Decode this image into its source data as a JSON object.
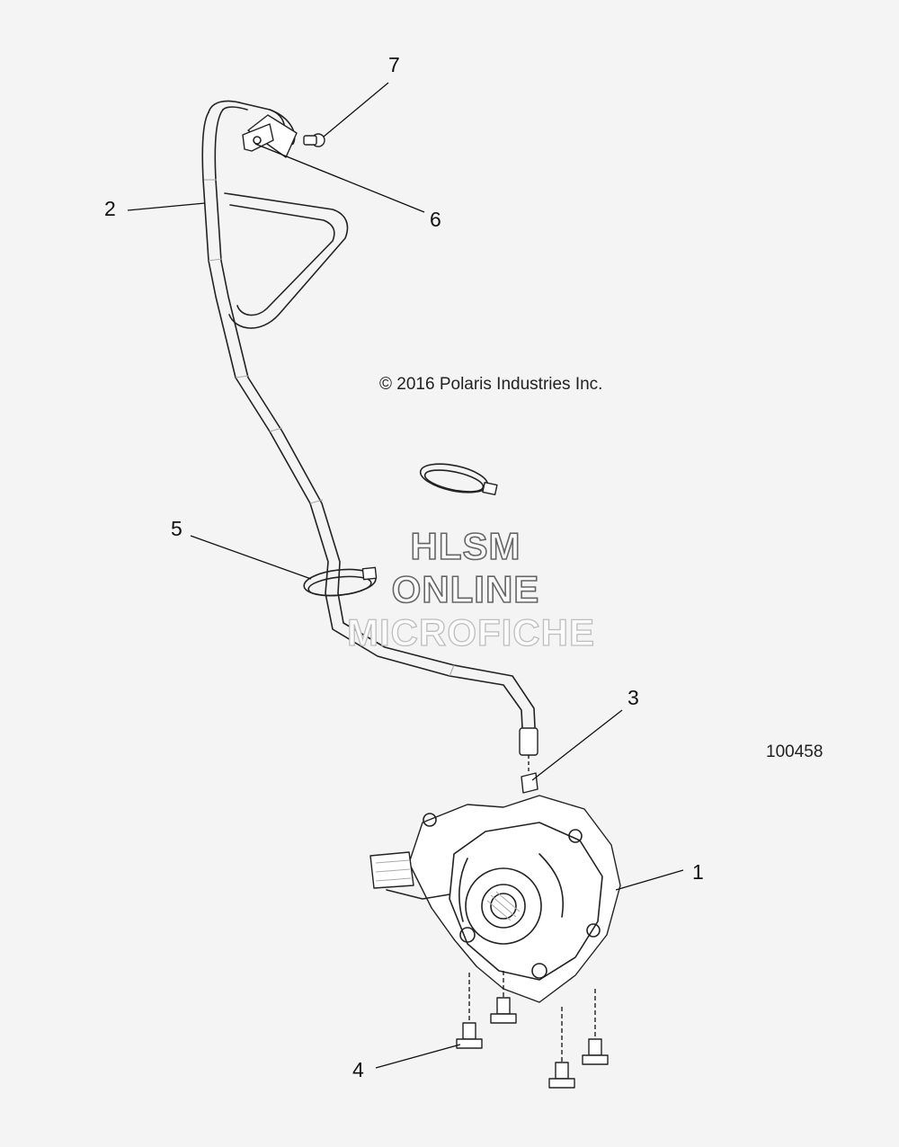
{
  "diagram": {
    "copyright": "© 2016 Polaris Industries Inc.",
    "figure_number": "100458",
    "watermark": [
      "HLSM",
      "ONLINE",
      "MICROFICHE"
    ],
    "callouts": [
      "1",
      "2",
      "3",
      "4",
      "5",
      "6",
      "7"
    ]
  }
}
